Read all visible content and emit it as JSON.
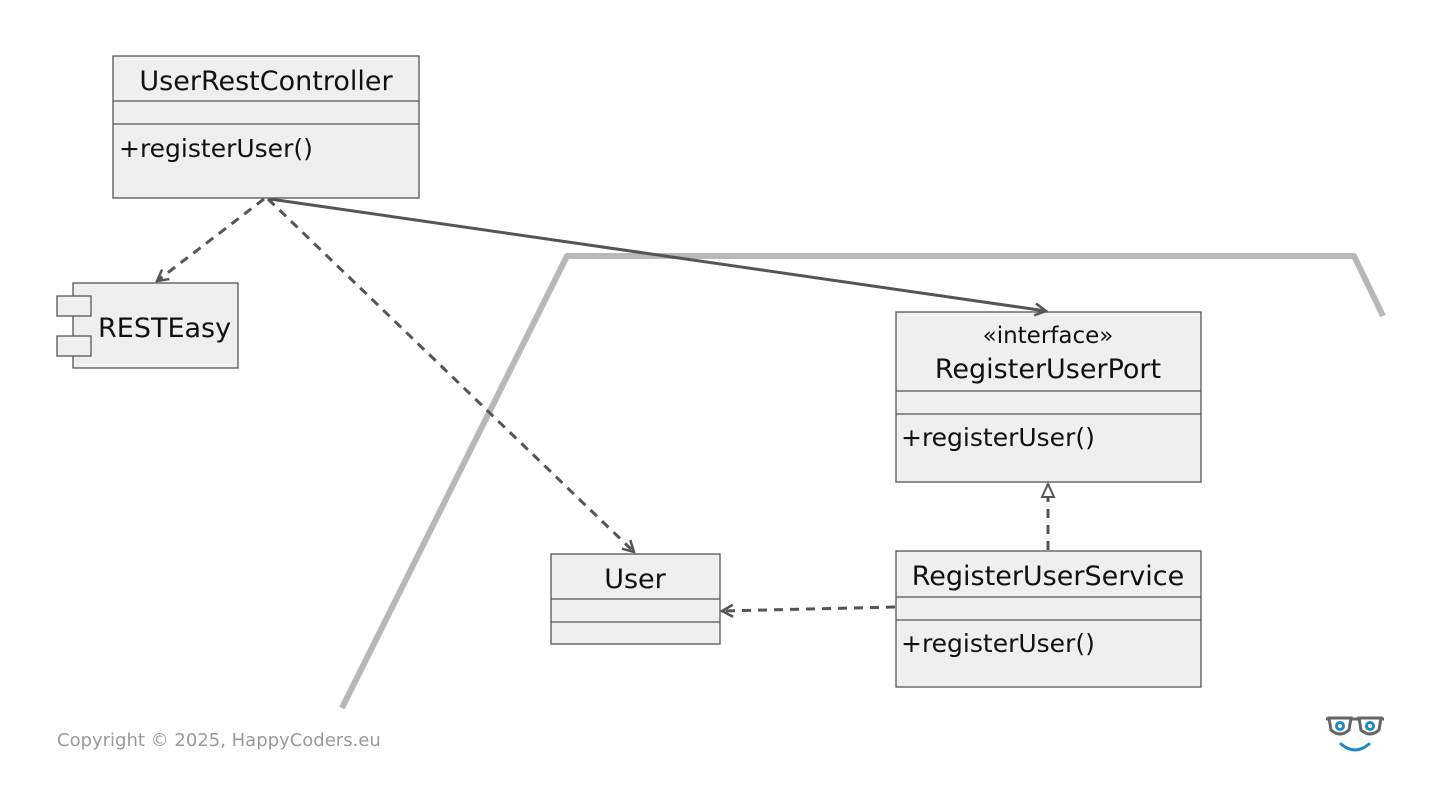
{
  "diagram": {
    "controller": {
      "name": "UserRestController",
      "method": "+registerUser()"
    },
    "component": {
      "name": "RESTEasy"
    },
    "port": {
      "stereotype": "«interface»",
      "name": "RegisterUserPort",
      "method": "+registerUser()"
    },
    "user": {
      "name": "User"
    },
    "service": {
      "name": "RegisterUserService",
      "method": "+registerUser()"
    }
  },
  "footer": {
    "copyright": "Copyright © 2025, HappyCoders.eu",
    "logo_icon": "glasses-smiley-icon"
  },
  "colors": {
    "box_fill": "#efefef",
    "line": "#555555",
    "boundary": "#b8b8b8",
    "logo_blue": "#1e88c8"
  }
}
